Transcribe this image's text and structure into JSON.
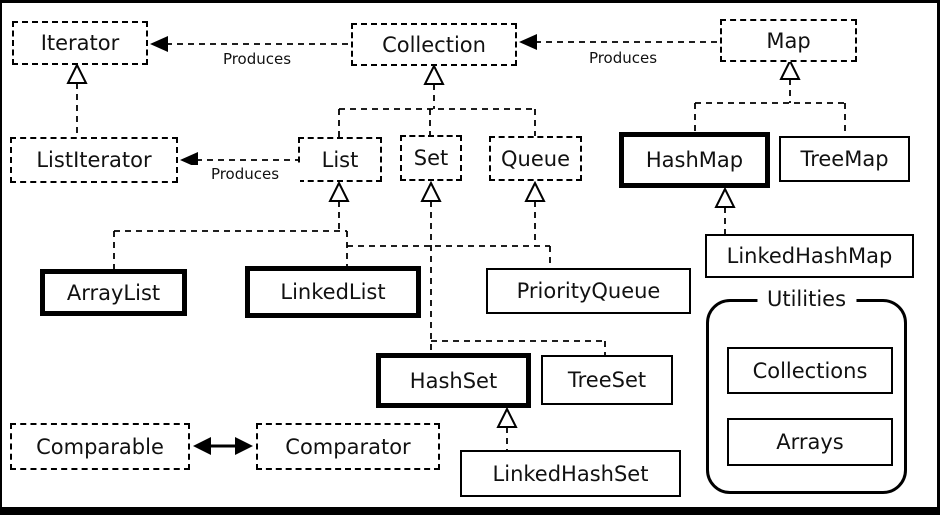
{
  "labels": {
    "produces": "Produces",
    "utilities": "Utilities"
  },
  "nodes": {
    "iterator": "Iterator",
    "collection": "Collection",
    "map": "Map",
    "listiterator": "ListIterator",
    "list": "List",
    "set": "Set",
    "queue": "Queue",
    "hashmap": "HashMap",
    "treemap": "TreeMap",
    "linkedhashmap": "LinkedHashMap",
    "arraylist": "ArrayList",
    "linkedlist": "LinkedList",
    "priorityqueue": "PriorityQueue",
    "hashset": "HashSet",
    "treeset": "TreeSet",
    "linkedhashset": "LinkedHashSet",
    "comparable": "Comparable",
    "comparator": "Comparator",
    "collections": "Collections",
    "arrays": "Arrays"
  },
  "edges": [
    {
      "from": "ListIterator",
      "to": "Iterator",
      "type": "inheritance"
    },
    {
      "from": "List",
      "to": "Collection",
      "type": "inheritance"
    },
    {
      "from": "Set",
      "to": "Collection",
      "type": "inheritance"
    },
    {
      "from": "Queue",
      "to": "Collection",
      "type": "inheritance"
    },
    {
      "from": "HashMap",
      "to": "Map",
      "type": "inheritance"
    },
    {
      "from": "TreeMap",
      "to": "Map",
      "type": "inheritance"
    },
    {
      "from": "LinkedHashMap",
      "to": "HashMap",
      "type": "inheritance"
    },
    {
      "from": "ArrayList",
      "to": "List",
      "type": "inheritance"
    },
    {
      "from": "LinkedList",
      "to": "List",
      "type": "inheritance"
    },
    {
      "from": "LinkedList",
      "to": "Queue",
      "type": "inheritance"
    },
    {
      "from": "PriorityQueue",
      "to": "Queue",
      "type": "inheritance"
    },
    {
      "from": "HashSet",
      "to": "Set",
      "type": "inheritance"
    },
    {
      "from": "TreeSet",
      "to": "Set",
      "type": "inheritance"
    },
    {
      "from": "LinkedHashSet",
      "to": "HashSet",
      "type": "inheritance"
    },
    {
      "from": "Collection",
      "to": "Iterator",
      "type": "produces"
    },
    {
      "from": "Map",
      "to": "Collection",
      "type": "produces"
    },
    {
      "from": "List",
      "to": "ListIterator",
      "type": "produces"
    },
    {
      "from": "Comparable",
      "to": "Comparator",
      "type": "bidirectional"
    }
  ],
  "colors": {
    "ink": "#000000",
    "background": "#ffffff"
  }
}
